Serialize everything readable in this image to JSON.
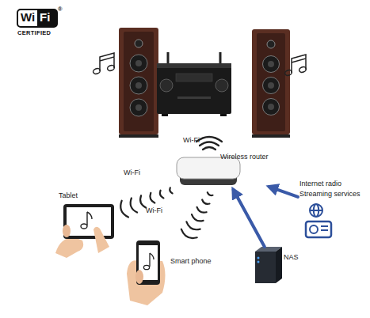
{
  "diagram": {
    "nodes": [
      {
        "text": [
          "Wireless router"
        ]
      },
      {
        "text": [
          "Tablet"
        ]
      },
      {
        "text": [
          "Smart phone"
        ]
      },
      {
        "text": [
          "NAS"
        ]
      },
      {
        "text": [
          "Internet radio",
          "Streaming services"
        ]
      }
    ],
    "edges": [
      {
        "from": 1,
        "to": 0,
        "arrow": "none",
        "label": "Wi-Fi"
      },
      {
        "from": 2,
        "to": 0,
        "arrow": "none",
        "label": "Wi-Fi"
      },
      {
        "from": 3,
        "to": 0,
        "arrow": "to"
      },
      {
        "from": 4,
        "to": 0,
        "arrow": "to"
      }
    ],
    "labels": [
      "Wi",
      "Fi",
      "®",
      "CERTIFIED",
      "Wi-Fi"
    ]
  }
}
